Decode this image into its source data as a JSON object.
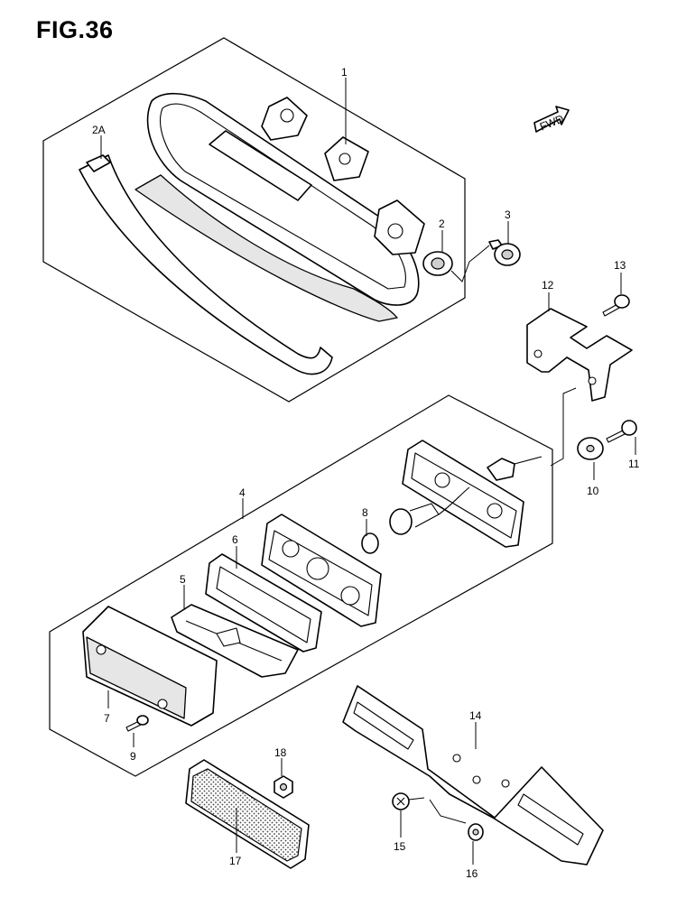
{
  "figure": {
    "title": "FIG.36"
  },
  "fwd_arrow": {
    "label": "FWD"
  },
  "callouts": {
    "c1": "1",
    "c2a": "2A",
    "c2": "2",
    "c3": "3",
    "c4": "4",
    "c5": "5",
    "c6": "6",
    "c7": "7",
    "c8": "8",
    "c9": "9",
    "c10": "10",
    "c11": "11",
    "c12": "12",
    "c13": "13",
    "c14": "14",
    "c15": "15",
    "c16": "16",
    "c17": "17",
    "c18": "18"
  }
}
